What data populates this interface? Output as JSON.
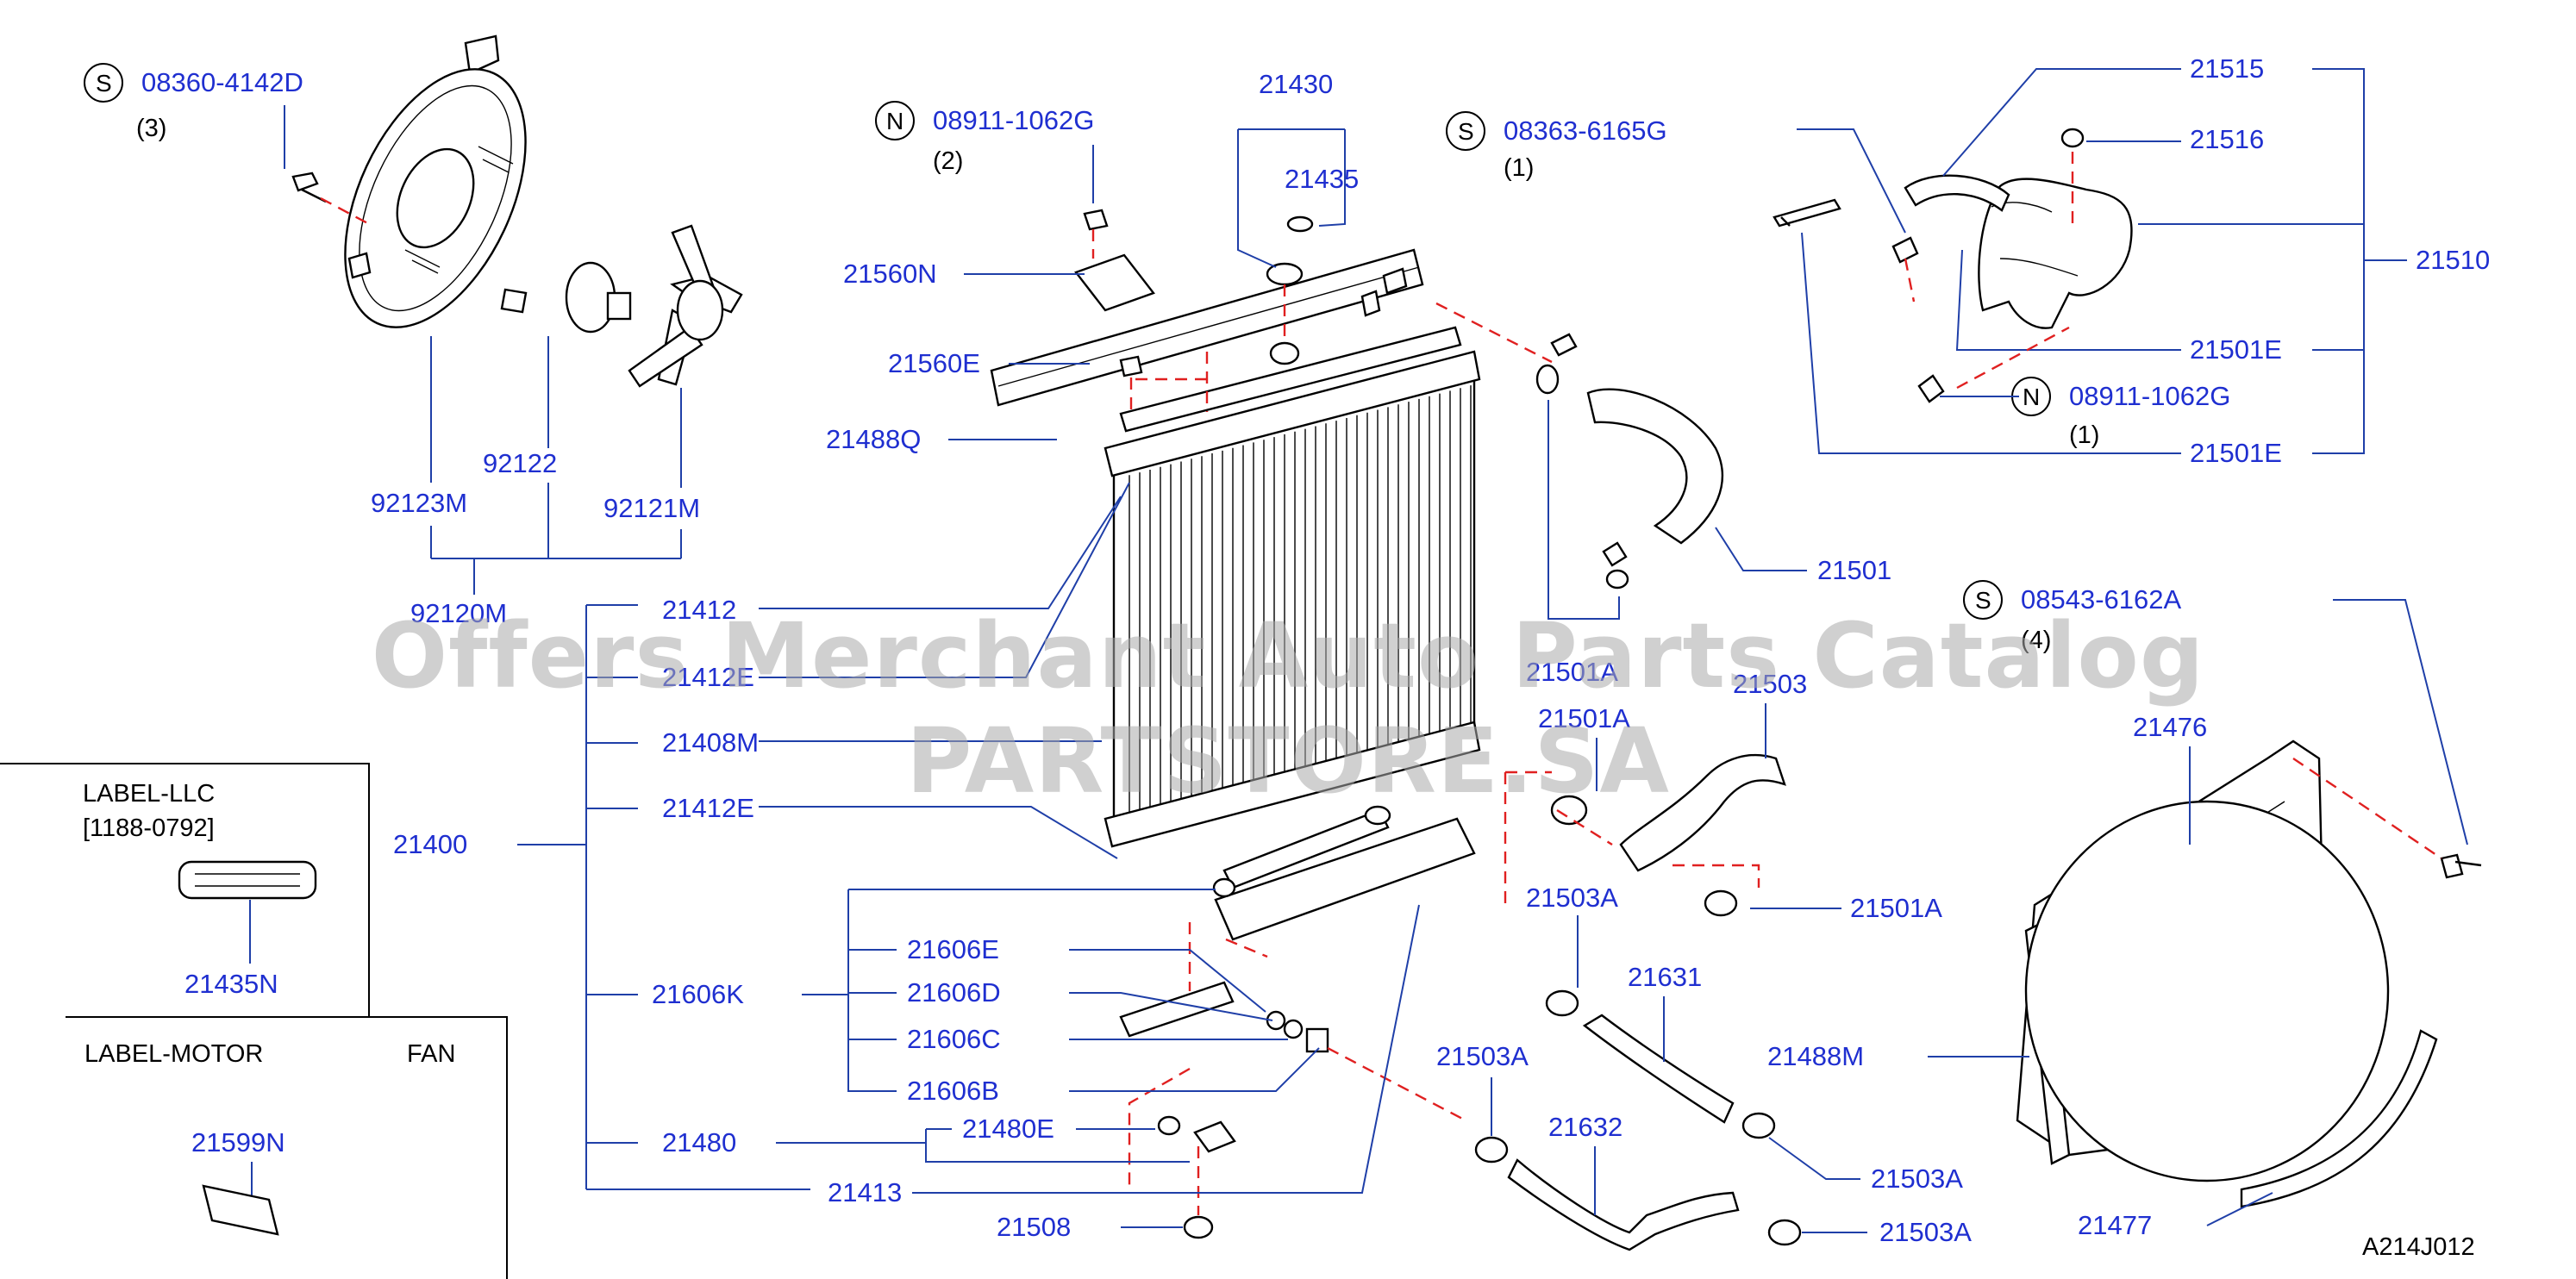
{
  "watermark": "Offers Merchant Auto Parts Catalog PARTSTORE.SA",
  "diagram_code": "A214J012",
  "fasteners": [
    {
      "id": "f1",
      "symbol": "S",
      "code": "08360-4142D",
      "qty": "(3)"
    },
    {
      "id": "f2",
      "symbol": "N",
      "code": "08911-1062G",
      "qty": "(2)"
    },
    {
      "id": "f3",
      "symbol": "S",
      "code": "08363-6165G",
      "qty": "(1)"
    },
    {
      "id": "f4",
      "symbol": "N",
      "code": "08911-1062G",
      "qty": "(1)"
    },
    {
      "id": "f5",
      "symbol": "S",
      "code": "08543-6162A",
      "qty": "(4)"
    }
  ],
  "parts": {
    "p92123M": "92123M",
    "p92122": "92122",
    "p92121M": "92121M",
    "p92120M": "92120M",
    "p21430": "21430",
    "p21435": "21435",
    "p21560N": "21560N",
    "p21560E": "21560E",
    "p21488Q": "21488Q",
    "p21412": "21412",
    "p21412E_top": "21412E",
    "p21408M": "21408M",
    "p21412E": "21412E",
    "p21400": "21400",
    "p21606E": "21606E",
    "p21606D": "21606D",
    "p21606K": "21606K",
    "p21606C": "21606C",
    "p21606B": "21606B",
    "p21480E": "21480E",
    "p21480": "21480",
    "p21413": "21413",
    "p21508": "21508",
    "p21515": "21515",
    "p21516": "21516",
    "p21510": "21510",
    "p21501E_a": "21501E",
    "p21501E_b": "21501E",
    "p21501": "21501",
    "p21501A_top": "21501A",
    "p21503": "21503",
    "p21501A_mid": "21501A",
    "p21501A_r": "21501A",
    "p21503A_1": "21503A",
    "p21631": "21631",
    "p21503A_2": "21503A",
    "p21632": "21632",
    "p21503A_3": "21503A",
    "p21503A_4": "21503A",
    "p21488M": "21488M",
    "p21476": "21476",
    "p21477": "21477",
    "p21435N": "21435N",
    "p21599N": "21599N"
  },
  "label_llc": {
    "title": "LABEL-LLC",
    "range": "[1188-0792]"
  },
  "label_motor": {
    "title": "LABEL-MOTOR",
    "subtitle": "FAN"
  }
}
